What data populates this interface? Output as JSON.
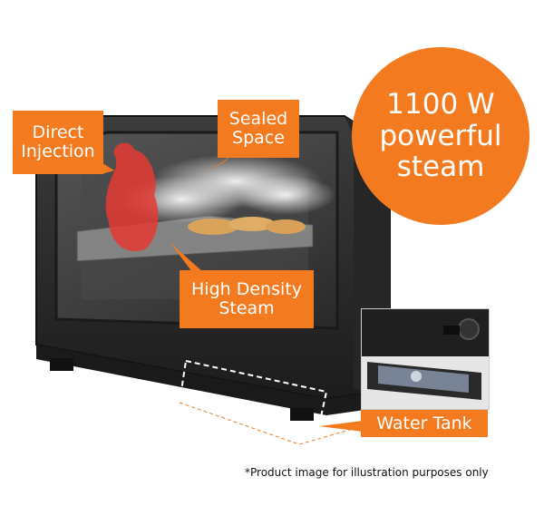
{
  "callouts": {
    "direct_injection": "Direct\nInjection",
    "sealed_space": "Sealed\nSpace",
    "high_density": "High Density\nSteam",
    "water_tank": "Water Tank"
  },
  "badge": {
    "line1": "1100 W",
    "line2": "powerful",
    "line3": "steam"
  },
  "footnote": "*Product image for illustration purposes only",
  "colors": {
    "accent": "#f47a20",
    "oven_body": "#2e2e2e",
    "steam_highlight": "#e53935"
  },
  "icons": [
    "steam-oven",
    "water-tank",
    "steam-nozzle"
  ]
}
